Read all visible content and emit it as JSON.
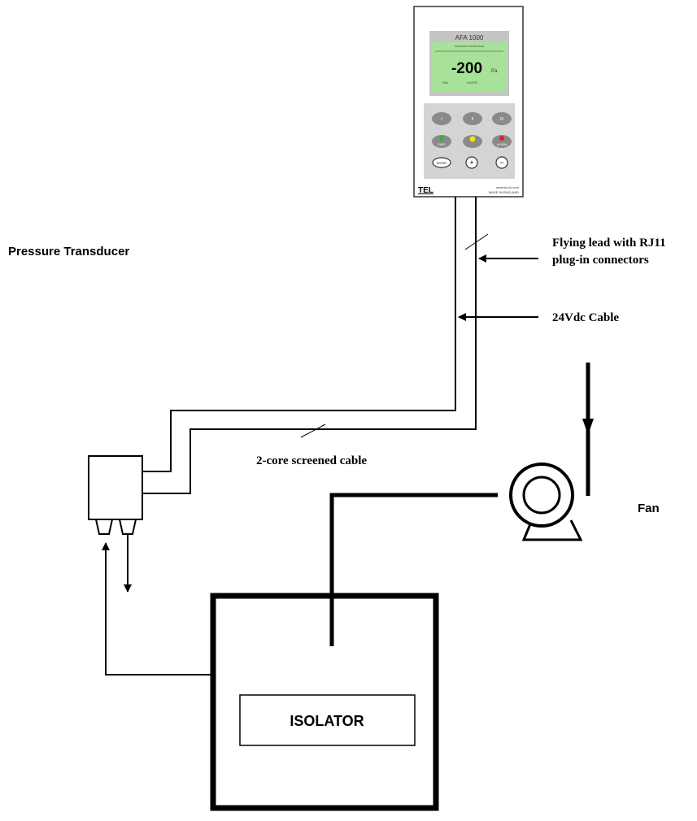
{
  "labels": {
    "pressure_transducer": "Pressure Transducer",
    "flying_lead_line1": "Flying lead with RJ11",
    "flying_lead_line2": "plug-in connectors",
    "cable_24v": "24Vdc Cable",
    "screened_cable": "2-core screened cable",
    "fan": "Fan",
    "isolator": "ISOLATOR"
  },
  "controller": {
    "model": "AFA 1000",
    "subtitle": "ISOLATOR CONTROLLER",
    "reading_value": "-200",
    "reading_unit": "Pa",
    "status_fan": "FAN",
    "status_lights": "LIGHTS",
    "row1_buttons": [
      "I",
      "II",
      "III"
    ],
    "row2_buttons": [
      "SAFE",
      "",
      "ALARM"
    ],
    "row3_buttons": [
      "ENTER",
      "+",
      "−"
    ],
    "brand": "TEL",
    "website": "www.tel-uk.com",
    "made_in": "MADE IN ENGLAND"
  },
  "colors": {
    "lcd_green": "#a8e29a",
    "lcd_frame": "#c4c4c4",
    "keypad_bg": "#d4d4d4",
    "button_grey": "#8a8a8a",
    "led_green": "#2db52d",
    "led_yellow": "#f2e21c",
    "led_red": "#e02020"
  }
}
